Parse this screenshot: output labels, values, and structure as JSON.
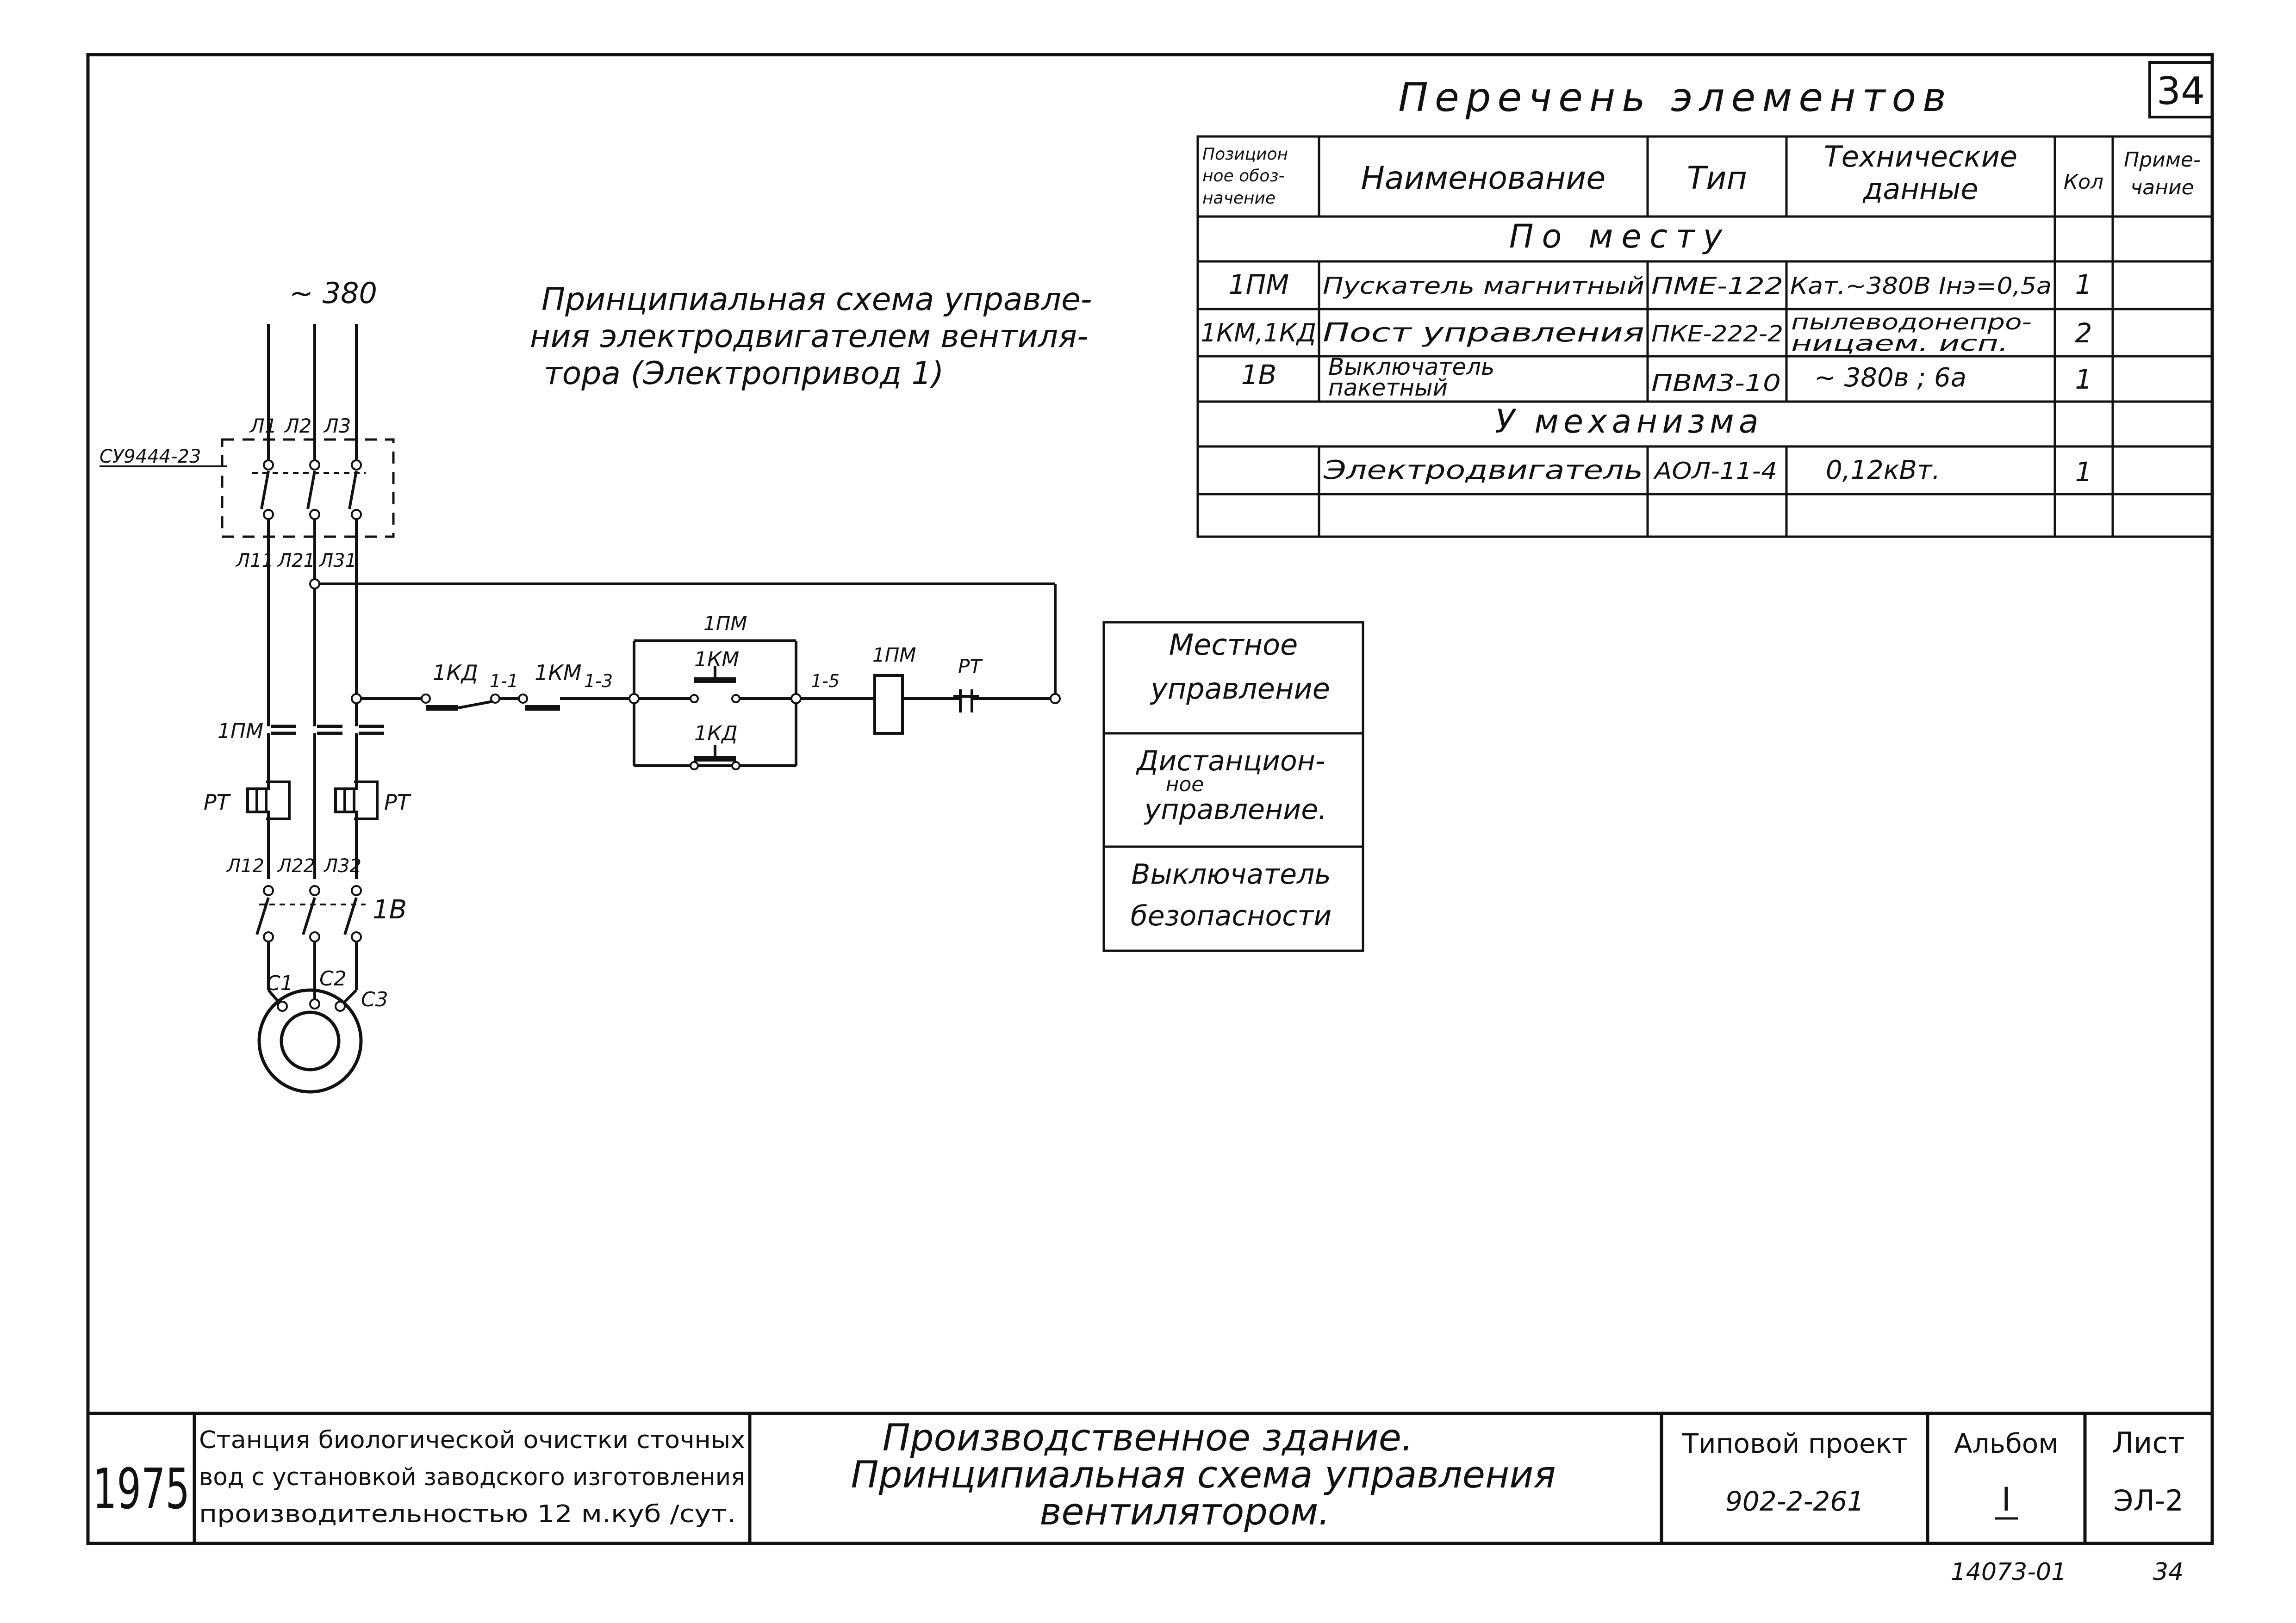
{
  "sheet": {
    "corner_number": "34",
    "bottom_code": "14073-01",
    "bottom_page": "34"
  },
  "spec_table": {
    "title": "Перечень элементов",
    "headers": {
      "pos_l1": "Позицион",
      "pos_l2": "ное обоз-",
      "pos_l3": "начение",
      "name": "Наименование",
      "type": "Тип",
      "tech_l1": "Технические",
      "tech_l2": "данные",
      "qty": "Кол",
      "note_l1": "Приме-",
      "note_l2": "чание"
    },
    "section_local": "По месту",
    "section_mech": "У механизма",
    "rows": [
      {
        "pos": "1ПМ",
        "name": "Пускатель магнитный",
        "type": "ПМЕ-122",
        "tech": "Кат.~380В Iнэ=0,5а",
        "qty": "1"
      },
      {
        "pos": "1КМ,1КД",
        "name": "Пост управления",
        "type": "ПКЕ-222-2",
        "tech_l1": "пылеводонепро-",
        "tech_l2": "ницаем. исп.",
        "qty": "2"
      },
      {
        "pos": "1В",
        "name_l1": "Выключатель",
        "name_l2": "пакетный",
        "type": "ПВМ3-10",
        "tech": "~ 380в ; 6а",
        "qty": "1"
      },
      {
        "pos": "",
        "name": "Электродвигатель",
        "type": "АОЛ-11-4",
        "tech": "0,12кВт.",
        "qty": "1"
      }
    ]
  },
  "caption": {
    "line1": "Принципиальная схема управле-",
    "line2": "ния электродвигателем вентиля-",
    "line3": "тора (Электропривод 1)"
  },
  "schematic": {
    "voltage": "~ 380",
    "panel_label": "СУ9444-23",
    "in_terminals": [
      "Л1",
      "Л2",
      "Л3"
    ],
    "mid_terminals": [
      "Л11",
      "Л21",
      "Л31"
    ],
    "low_terminals": [
      "Л12",
      "Л22",
      "Л32"
    ],
    "motor_terminals": [
      "С1",
      "С2",
      "С3"
    ],
    "contactor_label": "1ПМ",
    "relay_left": "РТ",
    "relay_right": "РТ",
    "switch_label": "1В",
    "ctrl_kd": "1КД",
    "ctrl_km": "1КМ",
    "ctrl_kd_bottom": "1КД",
    "ctrl_km_top": "1КМ",
    "ctrl_pm_top": "1ПМ",
    "ctrl_pm_coil": "1ПМ",
    "ctrl_rt": "РТ",
    "node_11": "1-1",
    "node_13": "1-3",
    "node_15": "1-5"
  },
  "legend": {
    "local_l1": "Местное",
    "local_l2": "управление",
    "remote_l1": "Дистанцион-",
    "remote_l2": "ное",
    "remote_l3": "управление.",
    "safety_l1": "Выключатель",
    "safety_l2": "безопасности"
  },
  "title_block": {
    "year": "1975",
    "org_l1": "Станция биологической очистки сточных",
    "org_l2": "вод с установкой заводского изготовления",
    "org_l3": "производительностью 12 м.куб /сут.",
    "desc_l1": "Производственное здание.",
    "desc_l2": "Принципиальная схема управления",
    "desc_l3": "вентилятором.",
    "project_label": "Типовой проект",
    "project_no": "902-2-261",
    "album_label": "Альбом",
    "album_no": "I",
    "sheet_label": "Лист",
    "sheet_no": "ЭЛ-2"
  }
}
